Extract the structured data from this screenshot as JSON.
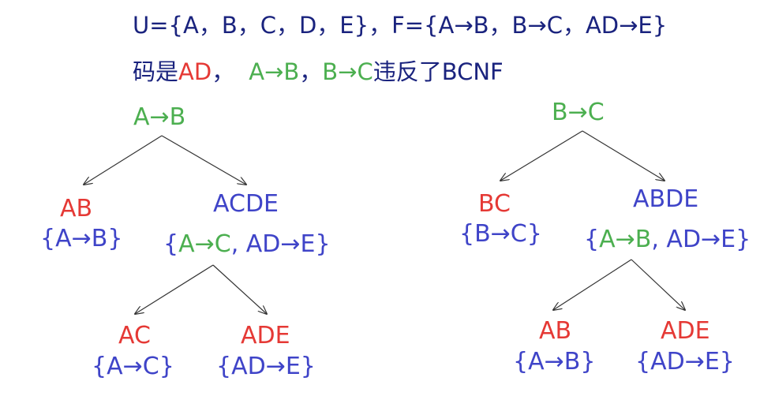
{
  "header": {
    "line1": "U={A，B，C，D，E}，F={A→B，B→C，AD→E}",
    "line2_prefix": "码是",
    "line2_key": "AD",
    "line2_sep1": "，",
    "line2_fd1": "A→B",
    "line2_sep2": "，",
    "line2_fd2": "B→C",
    "line2_suffix": "违反了BCNF"
  },
  "left_tree": {
    "root": "A→B",
    "left_child": {
      "attrs": "AB",
      "fds": "{A→B}"
    },
    "right_child": {
      "attrs": "ACDE",
      "fd_open": "{",
      "fd_green": "A→C",
      "fd_rest": ", AD→E}"
    },
    "left_grandchild": {
      "attrs": "AC",
      "fds": "{A→C}"
    },
    "right_grandchild": {
      "attrs": "ADE",
      "fds": "{AD→E}"
    }
  },
  "right_tree": {
    "root": "B→C",
    "left_child": {
      "attrs": "BC",
      "fds": "{B→C}"
    },
    "right_child": {
      "attrs": "ABDE",
      "fd_open": "{",
      "fd_green": "A→B",
      "fd_rest": ", AD→E}"
    },
    "left_grandchild": {
      "attrs": "AB",
      "fds": "{A→B}"
    },
    "right_grandchild": {
      "attrs": "ADE",
      "fds": "{AD→E}"
    }
  },
  "colors": {
    "header_text": "#1a237e",
    "decomposed_fd": "#4caf50",
    "relation_attrs": "#e53935",
    "fd_set": "#3f44c8",
    "edge": "#333333"
  }
}
